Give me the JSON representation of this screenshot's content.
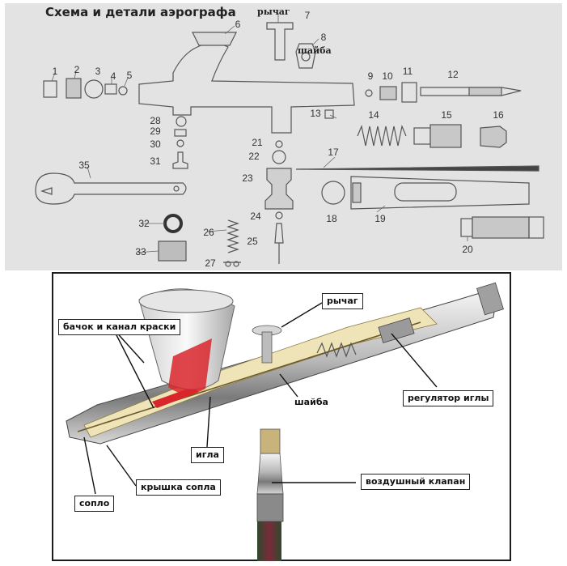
{
  "schematic": {
    "title": "Схема и детали аэрографа",
    "lever_label": "рычаг",
    "washer_label": "шайба",
    "part_numbers": [
      "1",
      "2",
      "3",
      "4",
      "5",
      "6",
      "7",
      "8",
      "9",
      "10",
      "11",
      "12",
      "13",
      "14",
      "15",
      "16",
      "17",
      "18",
      "19",
      "20",
      "21",
      "22",
      "23",
      "24",
      "25",
      "26",
      "27",
      "28",
      "29",
      "30",
      "31",
      "32",
      "33",
      "35"
    ]
  },
  "photo": {
    "callouts": {
      "lever": "рычаг",
      "tank": "бачок и канал краски",
      "needle_regulator": "регулятор иглы",
      "washer": "шайба",
      "needle": "игла",
      "air_valve": "воздушный клапан",
      "nozzle_cap": "крышка сопла",
      "nozzle": "сопло"
    }
  }
}
